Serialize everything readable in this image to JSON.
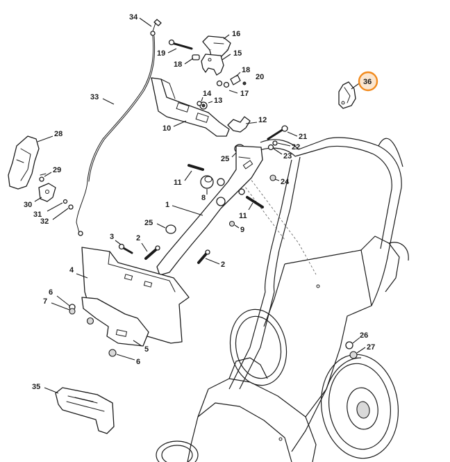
{
  "diagram": {
    "callouts": [
      {
        "id": "c34a",
        "label": "34"
      },
      {
        "id": "c16",
        "label": "16"
      },
      {
        "id": "c19",
        "label": "19"
      },
      {
        "id": "c15",
        "label": "15"
      },
      {
        "id": "c18a",
        "label": "18"
      },
      {
        "id": "c18b",
        "label": "18"
      },
      {
        "id": "c20",
        "label": "20"
      },
      {
        "id": "c17",
        "label": "17"
      },
      {
        "id": "c36",
        "label": "36",
        "highlight": true
      },
      {
        "id": "c33",
        "label": "33"
      },
      {
        "id": "c14",
        "label": "14"
      },
      {
        "id": "c13",
        "label": "13"
      },
      {
        "id": "c10",
        "label": "10"
      },
      {
        "id": "c12",
        "label": "12"
      },
      {
        "id": "c28",
        "label": "28"
      },
      {
        "id": "c21",
        "label": "21"
      },
      {
        "id": "c22",
        "label": "22"
      },
      {
        "id": "c23",
        "label": "23"
      },
      {
        "id": "c25a",
        "label": "25"
      },
      {
        "id": "c29",
        "label": "29"
      },
      {
        "id": "c11a",
        "label": "11"
      },
      {
        "id": "c8",
        "label": "8"
      },
      {
        "id": "c24",
        "label": "24"
      },
      {
        "id": "c30",
        "label": "30"
      },
      {
        "id": "c1",
        "label": "1"
      },
      {
        "id": "c11b",
        "label": "11"
      },
      {
        "id": "c31",
        "label": "31"
      },
      {
        "id": "c32",
        "label": "32"
      },
      {
        "id": "c9",
        "label": "9"
      },
      {
        "id": "c25b",
        "label": "25"
      },
      {
        "id": "c3",
        "label": "3"
      },
      {
        "id": "c2a",
        "label": "2"
      },
      {
        "id": "c2b",
        "label": "2"
      },
      {
        "id": "c4",
        "label": "4"
      },
      {
        "id": "c6a",
        "label": "6"
      },
      {
        "id": "c7",
        "label": "7"
      },
      {
        "id": "c26",
        "label": "26"
      },
      {
        "id": "c27",
        "label": "27"
      },
      {
        "id": "c5",
        "label": "5"
      },
      {
        "id": "c6b",
        "label": "6"
      },
      {
        "id": "c35",
        "label": "35"
      }
    ]
  },
  "colors": {
    "highlight_stroke": "#f28a1c",
    "highlight_fill": "#fbe6cf",
    "line": "#1a1a1a"
  }
}
